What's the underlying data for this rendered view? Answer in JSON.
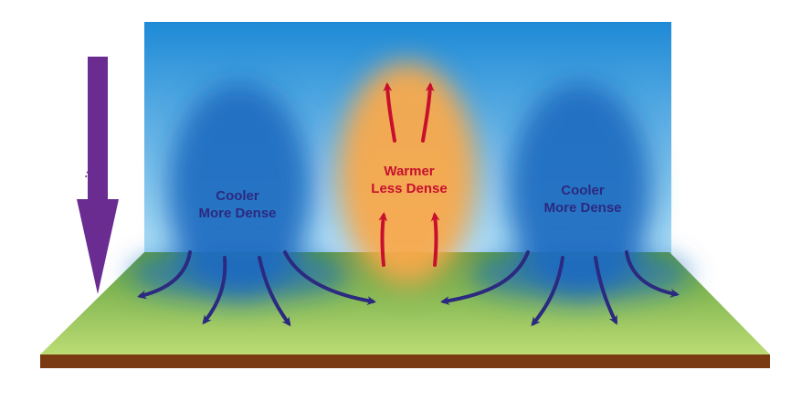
{
  "labels": {
    "gravity": "Gravity",
    "left_cell": {
      "line1": "Cooler",
      "line2": "More Dense"
    },
    "center_cell": {
      "line1": "Warmer",
      "line2": "Less Dense"
    },
    "right_cell": {
      "line1": "Cooler",
      "line2": "More Dense"
    }
  },
  "colors": {
    "sky_top": "#1e8ad6",
    "sky_bottom": "#a9dcf5",
    "cool_air": "#1f6fc4",
    "warm_air": "#f7a84a",
    "ground_light": "#b7d96a",
    "ground_dark": "#5c9e3c",
    "soil": "#7a3b12",
    "down_arrow": "#2b2a80",
    "up_arrow": "#c8102e",
    "gravity_arrow": "#6a2c91"
  }
}
